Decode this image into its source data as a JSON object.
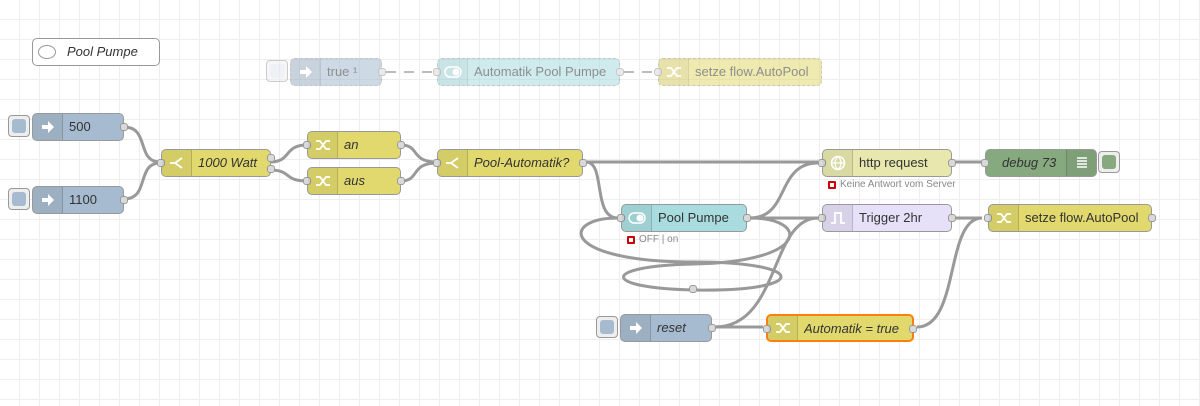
{
  "app": "Node-RED",
  "colors": {
    "inject": "#a6bbcf",
    "change": "#e2d96e",
    "switch": "#e2d96e",
    "debug": "#87a980",
    "http": "#e7e7ae",
    "trigger": "#e6e0f8",
    "dashboard": "#a8dcdf",
    "selected": "#ff7f0e",
    "status_red": "#cc0000"
  },
  "comment": {
    "label": "Pool Pumpe",
    "icon": "comment-icon"
  },
  "nodes": {
    "inject_true": {
      "label": "true ¹",
      "icon": "arrow-right-icon",
      "type": "inject",
      "disabled": true
    },
    "automatik_switch": {
      "label": "Automatik Pool Pumpe",
      "icon": "toggle-icon",
      "type": "ui_switch",
      "disabled": true
    },
    "setze_top": {
      "label": "setze flow.AutoPool",
      "icon": "shuffle-icon",
      "type": "change",
      "disabled": true
    },
    "inject_500": {
      "label": "500",
      "icon": "arrow-right-icon",
      "type": "inject"
    },
    "inject_1100": {
      "label": "1100",
      "icon": "arrow-right-icon",
      "type": "inject"
    },
    "switch_1000": {
      "label": "1000 Watt",
      "icon": "switch-icon",
      "type": "switch"
    },
    "change_an": {
      "label": "an",
      "icon": "shuffle-icon",
      "type": "change"
    },
    "change_aus": {
      "label": "aus",
      "icon": "shuffle-icon",
      "type": "change"
    },
    "switch_pool": {
      "label": "Pool-Automatik?",
      "icon": "switch-icon",
      "type": "switch"
    },
    "http_request": {
      "label": "http request",
      "icon": "globe-icon",
      "type": "http request",
      "status": "Keine Antwort vom Server"
    },
    "debug_73": {
      "label": "debug 73",
      "icon": "list-icon",
      "type": "debug"
    },
    "pool_pumpe": {
      "label": "Pool Pumpe",
      "icon": "toggle-icon",
      "type": "ui_switch",
      "status": "OFF | on"
    },
    "trigger": {
      "label": "Trigger 2hr",
      "icon": "trigger-icon",
      "type": "trigger"
    },
    "setze_main": {
      "label": "setze flow.AutoPool",
      "icon": "shuffle-icon",
      "type": "change"
    },
    "reset": {
      "label": "reset",
      "icon": "arrow-right-icon",
      "type": "inject"
    },
    "automatik_true": {
      "label": "Automatik = true",
      "icon": "shuffle-icon",
      "type": "change",
      "selected": true
    }
  }
}
